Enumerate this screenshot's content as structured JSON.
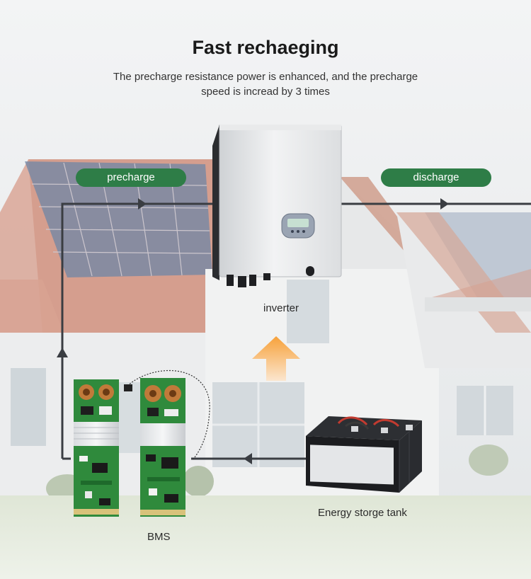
{
  "header": {
    "title": "Fast rechaeging",
    "subtitle": "The precharge resistance power is enhanced, and the precharge speed is incread by 3 times"
  },
  "pills": {
    "precharge": "precharge",
    "discharge": "discharge"
  },
  "labels": {
    "inverter": "inverter",
    "energy_tank": "Energy storge tank",
    "bms": "BMS"
  },
  "colors": {
    "pill": "#2e7d47",
    "line": "#3a3d42",
    "arrow_up": "#f28a1a"
  },
  "icons": {
    "inverter": "inverter-icon",
    "battery": "battery-icon",
    "bms": "circuit-board-icon",
    "heat_arrow": "up-arrow-icon"
  }
}
